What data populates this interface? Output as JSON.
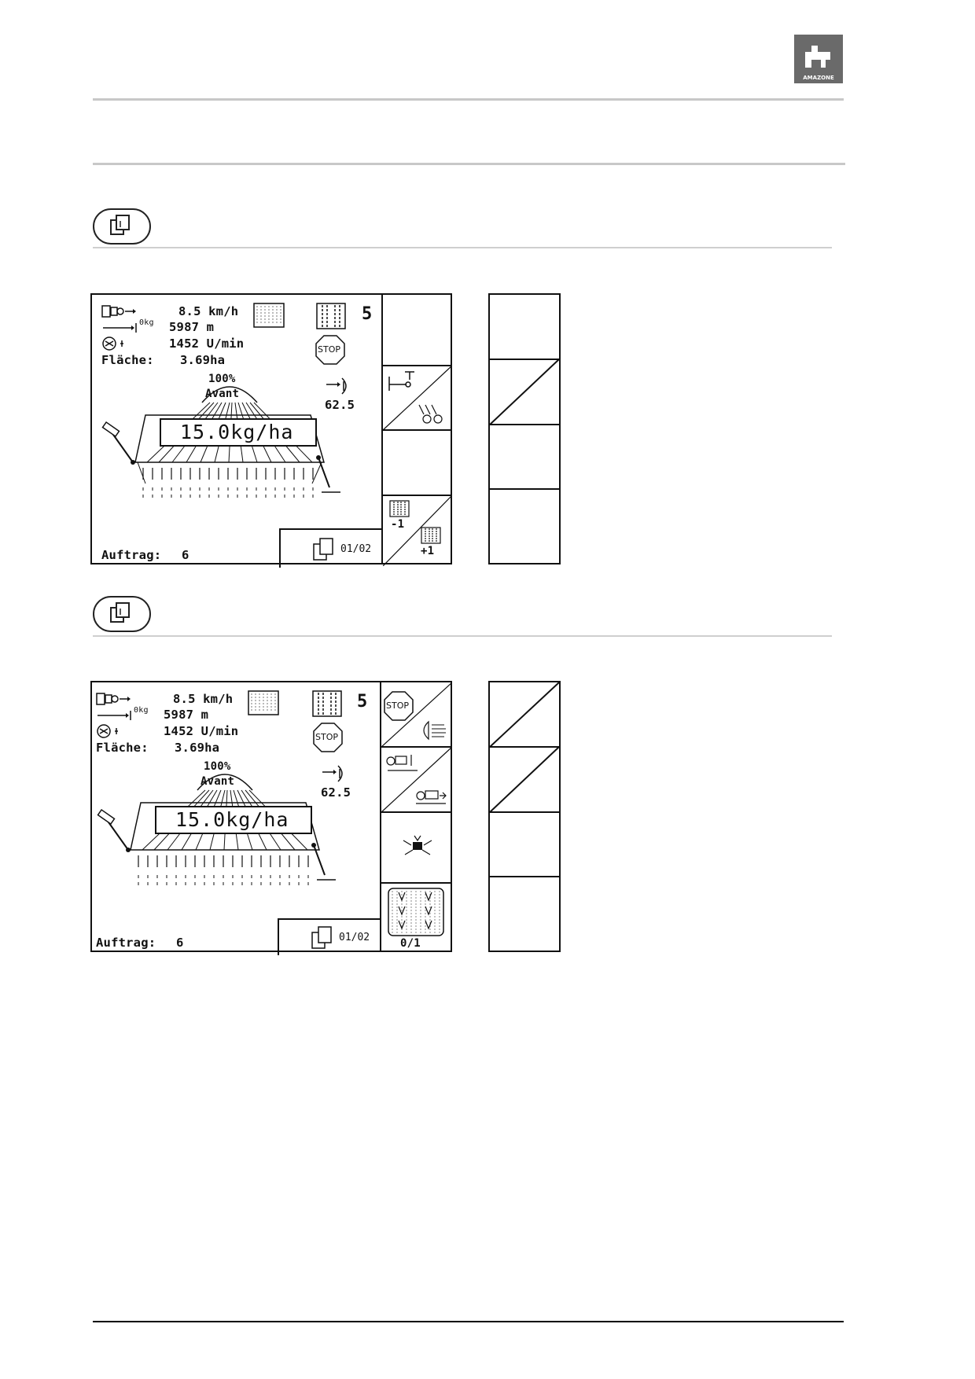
{
  "logo": {
    "text": "AMAZONE"
  },
  "screens": [
    {
      "speed": "8.5 km/h",
      "distance": "5987 m",
      "kg_unit": "0kg",
      "rpm": "1452 U/min",
      "area_label": "Fläche:",
      "area_value": "3.69ha",
      "tramline": "5",
      "stop": "STOP",
      "percent": "100%",
      "mode": "Avant",
      "pressure": "62.5",
      "rate": "15.0kg/ha",
      "job_label": "Auftrag:",
      "job_value": "6",
      "page": "01/02",
      "softkeys": {
        "tram_minus": "-1",
        "tram_plus": "+1"
      }
    },
    {
      "speed": "8.5 km/h",
      "distance": "5987 m",
      "kg_unit": "0kg",
      "rpm": "1452 U/min",
      "area_label": "Fläche:",
      "area_value": "3.69ha",
      "tramline": "5",
      "stop": "STOP",
      "softkey_stop": "STOP",
      "percent": "100%",
      "mode": "Avant",
      "pressure": "62.5",
      "rate": "15.0kg/ha",
      "job_label": "Auftrag:",
      "job_value": "6",
      "page": "01/02",
      "softkeys": {
        "tram_toggle": "0/1"
      }
    }
  ]
}
